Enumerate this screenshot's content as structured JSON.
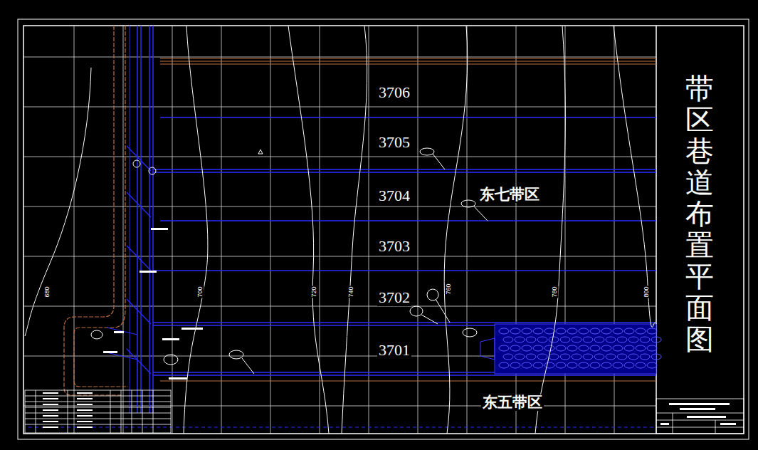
{
  "diagram": {
    "title": "带区巷道布置平面图",
    "labels": [
      "3706",
      "3705",
      "3704",
      "3703",
      "3702",
      "3701",
      "东七带区",
      "东五带区",
      "680",
      "700",
      "720",
      "740",
      "760",
      "780",
      "800"
    ]
  }
}
